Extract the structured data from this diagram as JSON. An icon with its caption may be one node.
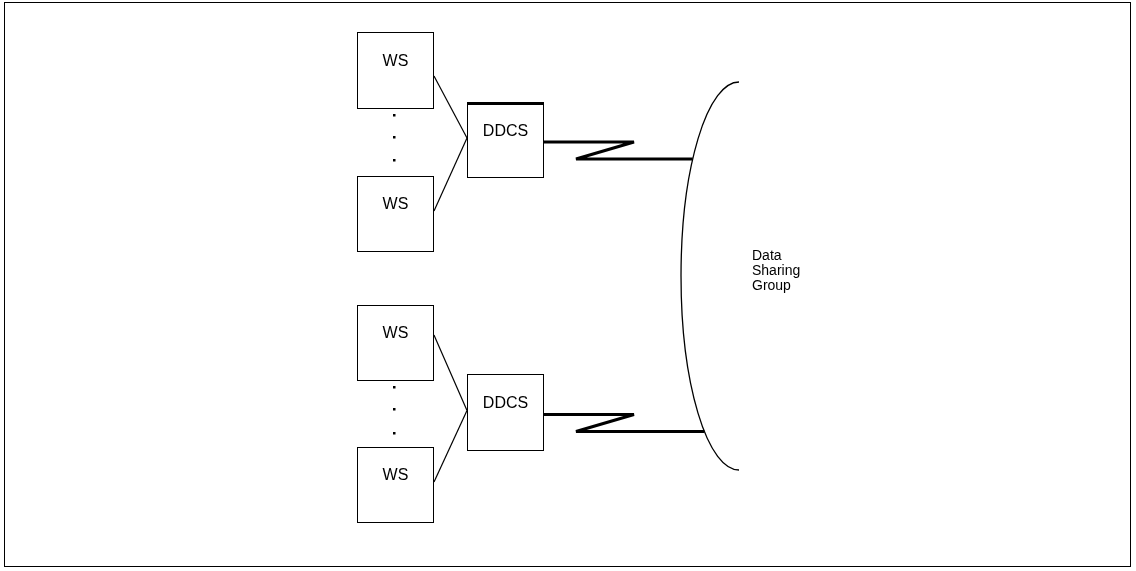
{
  "diagram": {
    "nodes": [
      {
        "text": [
          "WS"
        ]
      },
      {
        "text": [
          "WS"
        ]
      },
      {
        "text": [
          "DDCS"
        ]
      },
      {
        "text": [
          "WS"
        ]
      },
      {
        "text": [
          "WS"
        ]
      },
      {
        "text": [
          "DDCS"
        ]
      },
      {
        "text": [
          "Data Sharing Group"
        ]
      }
    ],
    "edges": [
      {
        "from": 0,
        "to": 2,
        "arrow": "none"
      },
      {
        "from": 1,
        "to": 2,
        "arrow": "none"
      },
      {
        "from": 3,
        "to": 5,
        "arrow": "none"
      },
      {
        "from": 4,
        "to": 5,
        "arrow": "none"
      },
      {
        "from": 2,
        "to": 6,
        "arrow": "none",
        "style": "thick"
      },
      {
        "from": 5,
        "to": 6,
        "arrow": "none",
        "style": "thick"
      }
    ]
  }
}
